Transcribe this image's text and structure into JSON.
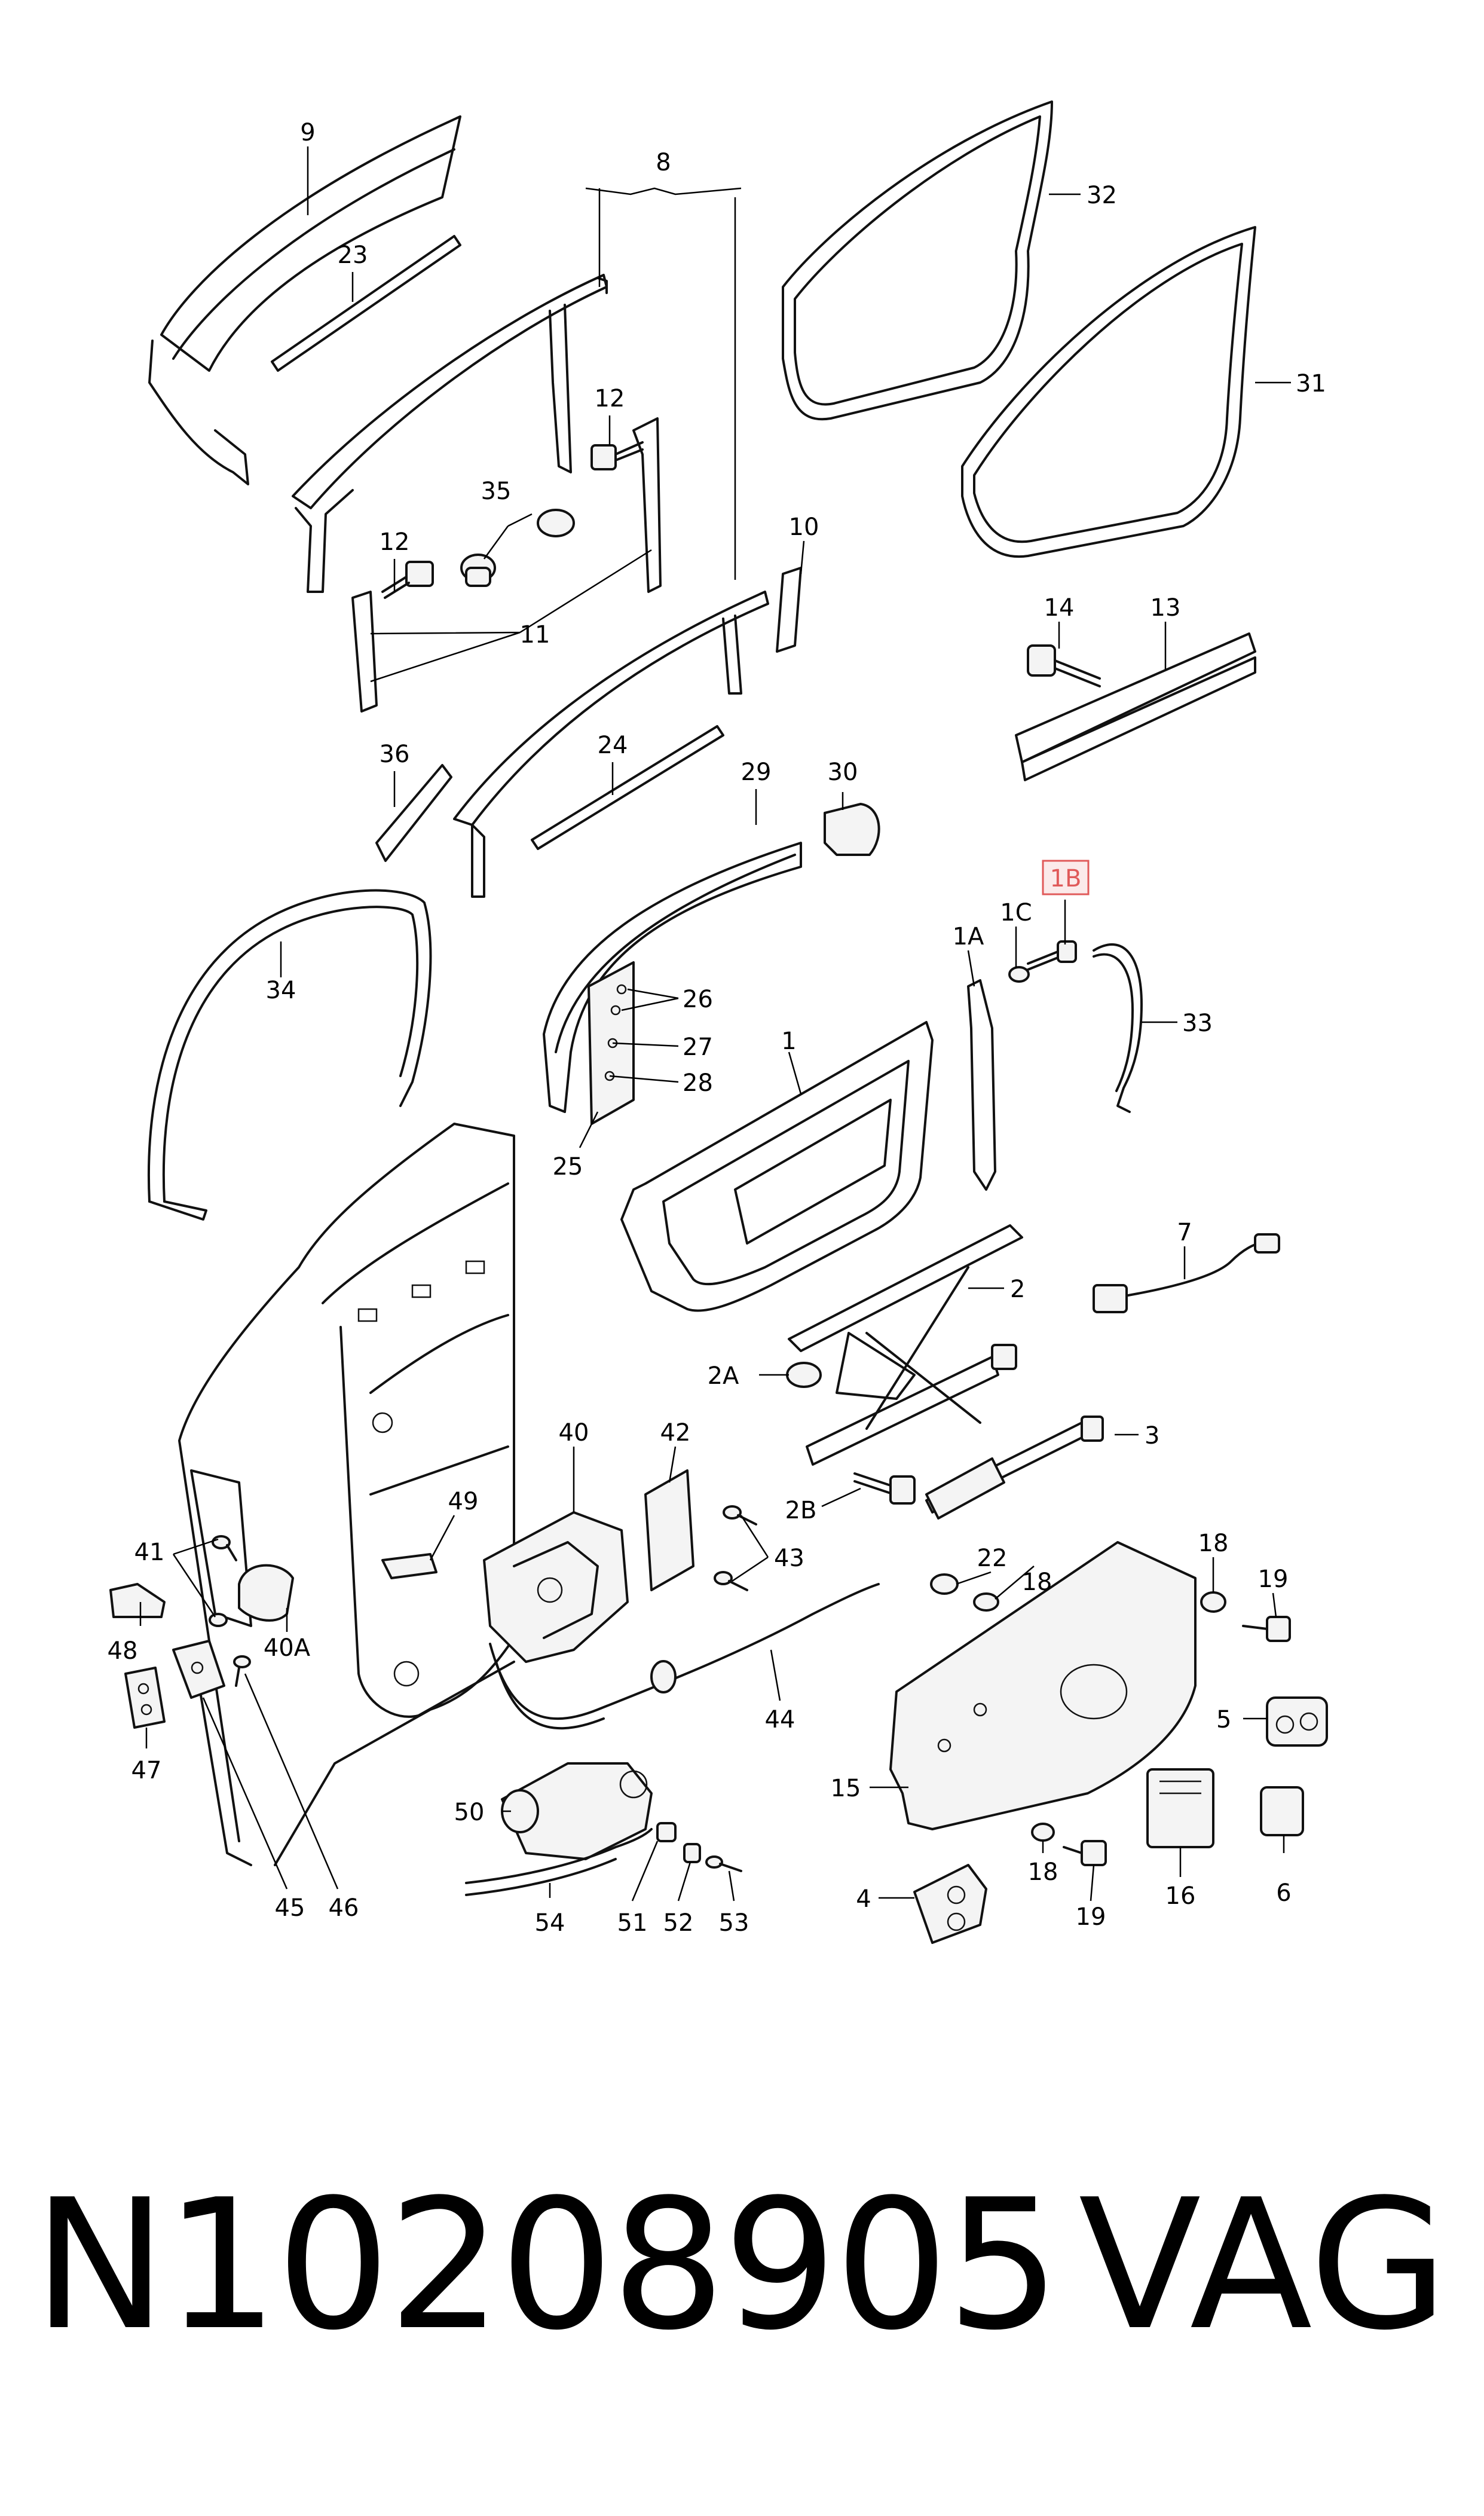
{
  "callouts": [
    {
      "id": "9",
      "label": "9"
    },
    {
      "id": "8",
      "label": "8"
    },
    {
      "id": "23",
      "label": "23"
    },
    {
      "id": "12a",
      "label": "12"
    },
    {
      "id": "12b",
      "label": "12"
    },
    {
      "id": "35",
      "label": "35"
    },
    {
      "id": "11",
      "label": "11"
    },
    {
      "id": "10",
      "label": "10"
    },
    {
      "id": "32",
      "label": "32"
    },
    {
      "id": "31",
      "label": "31"
    },
    {
      "id": "14",
      "label": "14"
    },
    {
      "id": "13",
      "label": "13"
    },
    {
      "id": "36",
      "label": "36"
    },
    {
      "id": "24",
      "label": "24"
    },
    {
      "id": "29",
      "label": "29"
    },
    {
      "id": "30",
      "label": "30"
    },
    {
      "id": "34",
      "label": "34"
    },
    {
      "id": "26",
      "label": "26"
    },
    {
      "id": "27",
      "label": "27"
    },
    {
      "id": "28",
      "label": "28"
    },
    {
      "id": "25",
      "label": "25"
    },
    {
      "id": "1",
      "label": "1"
    },
    {
      "id": "1B",
      "label": "1B"
    },
    {
      "id": "1C",
      "label": "1C"
    },
    {
      "id": "1A",
      "label": "1A"
    },
    {
      "id": "33",
      "label": "33"
    },
    {
      "id": "7",
      "label": "7"
    },
    {
      "id": "2",
      "label": "2"
    },
    {
      "id": "2A",
      "label": "2A"
    },
    {
      "id": "2B",
      "label": "2B"
    },
    {
      "id": "3",
      "label": "3"
    },
    {
      "id": "40",
      "label": "40"
    },
    {
      "id": "42",
      "label": "42"
    },
    {
      "id": "49",
      "label": "49"
    },
    {
      "id": "43",
      "label": "43"
    },
    {
      "id": "41",
      "label": "41"
    },
    {
      "id": "48",
      "label": "48"
    },
    {
      "id": "40A",
      "label": "40A"
    },
    {
      "id": "47",
      "label": "47"
    },
    {
      "id": "44",
      "label": "44"
    },
    {
      "id": "22",
      "label": "22"
    },
    {
      "id": "18a",
      "label": "18"
    },
    {
      "id": "18b",
      "label": "18"
    },
    {
      "id": "18c",
      "label": "18"
    },
    {
      "id": "19a",
      "label": "19"
    },
    {
      "id": "19b",
      "label": "19"
    },
    {
      "id": "5",
      "label": "5"
    },
    {
      "id": "15",
      "label": "15"
    },
    {
      "id": "50",
      "label": "50"
    },
    {
      "id": "16",
      "label": "16"
    },
    {
      "id": "6",
      "label": "6"
    },
    {
      "id": "45",
      "label": "45"
    },
    {
      "id": "46",
      "label": "46"
    },
    {
      "id": "54",
      "label": "54"
    },
    {
      "id": "51",
      "label": "51"
    },
    {
      "id": "52",
      "label": "52"
    },
    {
      "id": "53",
      "label": "53"
    },
    {
      "id": "4",
      "label": "4"
    }
  ],
  "highlight": {
    "label": "1B",
    "color": "#e05a5a"
  },
  "footer": {
    "part_number": "N10208905",
    "brand": "VAG"
  }
}
